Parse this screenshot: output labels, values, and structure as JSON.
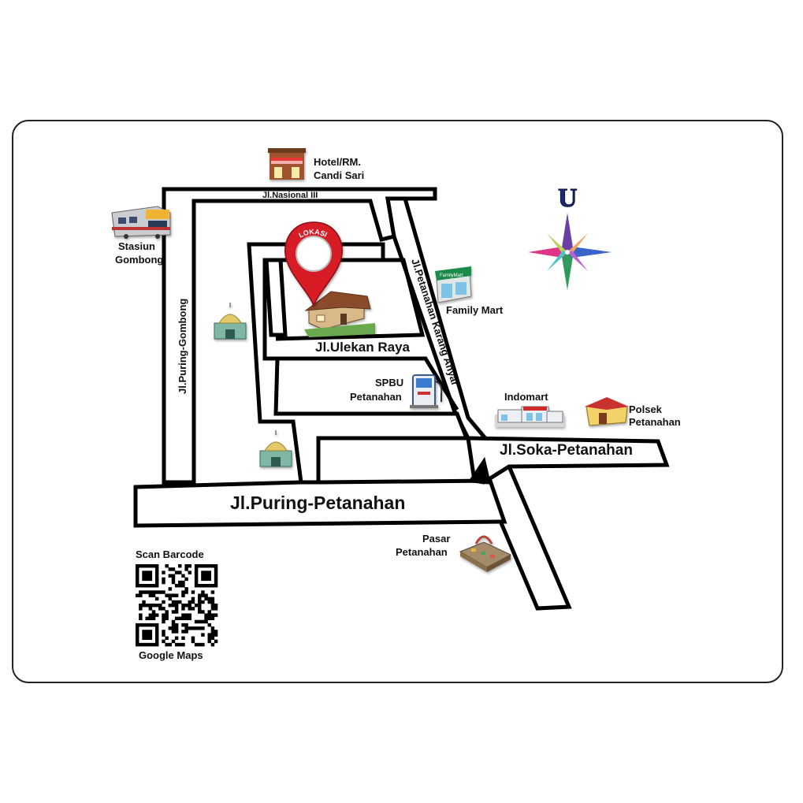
{
  "streets": {
    "nasional": "Jl.Nasional III",
    "puring_gombong": "Jl.Puring-Gombong",
    "petanahan_karang_anyar": "Jl.Petanahan Karang Anyar",
    "ulekan_raya": "Jl.Ulekan Raya",
    "soka_petanahan": "Jl.Soka-Petanahan",
    "puring_petanahan": "Jl.Puring-Petanahan"
  },
  "places": {
    "hotel_line1": "Hotel/RM.",
    "hotel_line2": "Candi Sari",
    "station_line1": "Stasiun",
    "station_line2": "Gombong",
    "family_mart": "Family Mart",
    "familymart_sign": "FamilyMart",
    "spbu_line1": "SPBU",
    "spbu_line2": "Petanahan",
    "indomart": "Indomart",
    "polsek_line1": "Polsek",
    "polsek_line2": "Petanahan",
    "pasar_line1": "Pasar",
    "pasar_line2": "Petanahan"
  },
  "marker": {
    "label": "LOKASI",
    "color": "#d81f26"
  },
  "compass": {
    "north_label": "U"
  },
  "qr": {
    "title": "Scan Barcode",
    "caption": "Google Maps"
  }
}
